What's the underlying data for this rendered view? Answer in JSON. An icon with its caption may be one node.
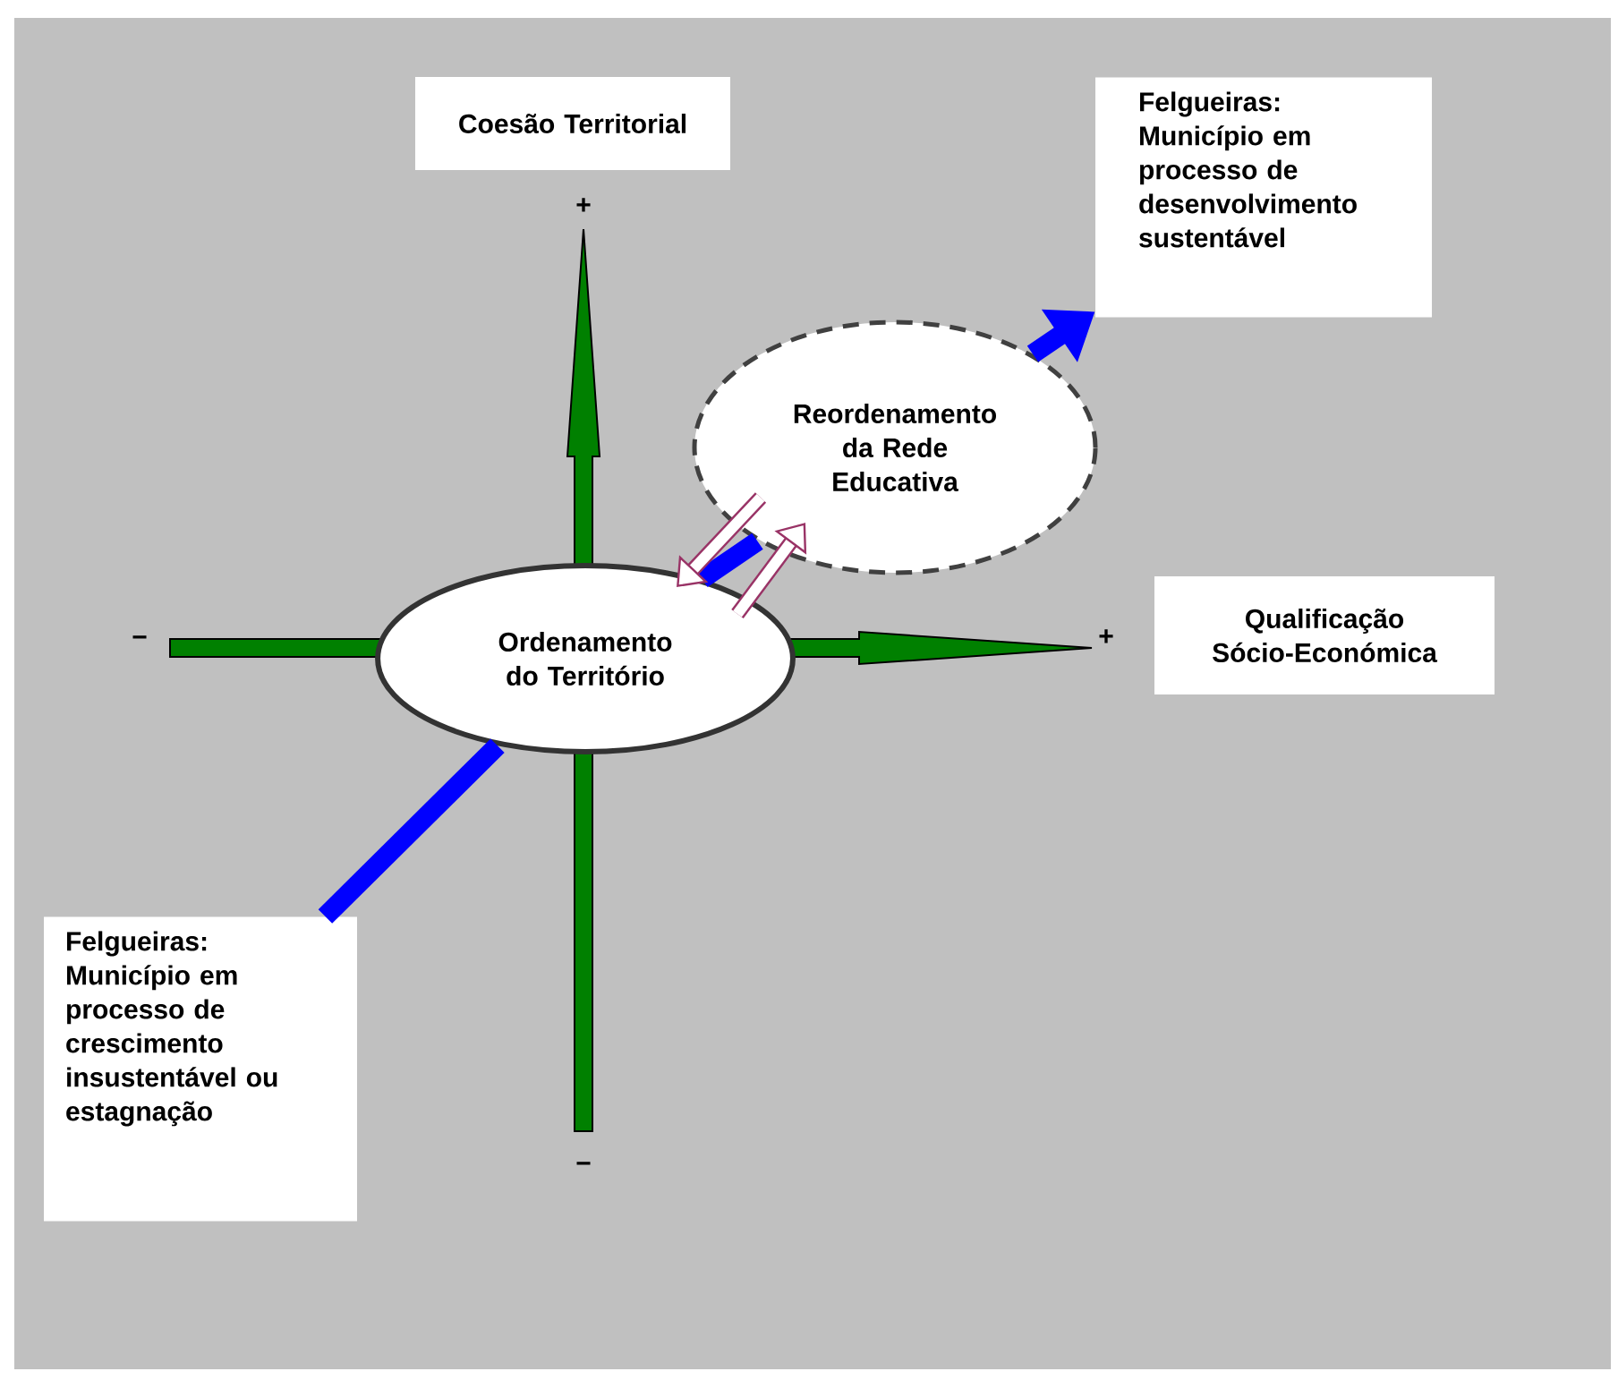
{
  "diagram": {
    "nodes": [
      {
        "text": [
          "Coesão Territorial"
        ]
      },
      {
        "text": [
          "Felgueiras: Município em processo de desenvolvimento sustentável"
        ]
      },
      {
        "text": [
          "Reordenamento da Rede Educativa"
        ]
      },
      {
        "text": [
          "Qualificação Sócio-Económica"
        ]
      },
      {
        "text": [
          "Ordenamento do Território"
        ]
      },
      {
        "text": [
          "Felgueiras: Município em processo de crescimento insustentável ou estagnação"
        ]
      }
    ],
    "edges": [
      {
        "from": 5,
        "to": 4,
        "arrow": "none",
        "color": "#0000ff"
      },
      {
        "from": 4,
        "to": 2,
        "arrow": "none",
        "color": "#0000ff"
      },
      {
        "from": 2,
        "to": 1,
        "arrow": "to",
        "color": "#0000ff"
      },
      {
        "from": 4,
        "to": 2,
        "arrow": "to",
        "color": "#993366"
      },
      {
        "from": 2,
        "to": 4,
        "arrow": "to",
        "color": "#993366"
      }
    ],
    "labels": [
      "+",
      "−",
      "+",
      "−"
    ]
  }
}
